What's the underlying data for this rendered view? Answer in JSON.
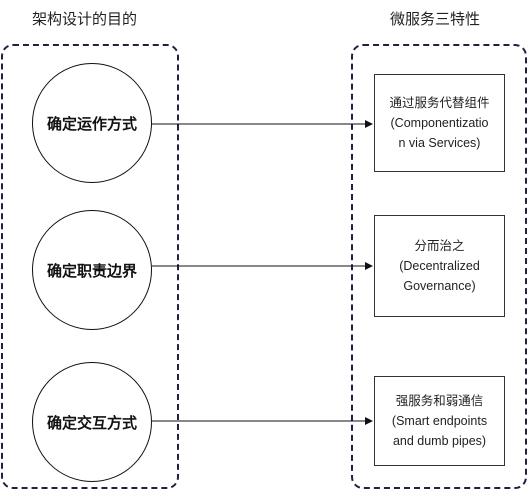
{
  "left_column": {
    "title": "架构设计的目的",
    "items": [
      "确定运作方式",
      "确定职责边界",
      "确定交互方式"
    ]
  },
  "right_column": {
    "title": "微服务三特性",
    "items": [
      {
        "lines": [
          "通过服务代替组件",
          "(Componentizatio",
          "n via Services)"
        ]
      },
      {
        "lines": [
          "分而治之",
          "(Decentralized",
          "Governance)"
        ]
      },
      {
        "lines": [
          "强服务和弱通信",
          "(Smart endpoints",
          "and dumb pipes)"
        ]
      }
    ]
  },
  "colors": {
    "panel_border": "#1f2140",
    "line": "#111111"
  }
}
